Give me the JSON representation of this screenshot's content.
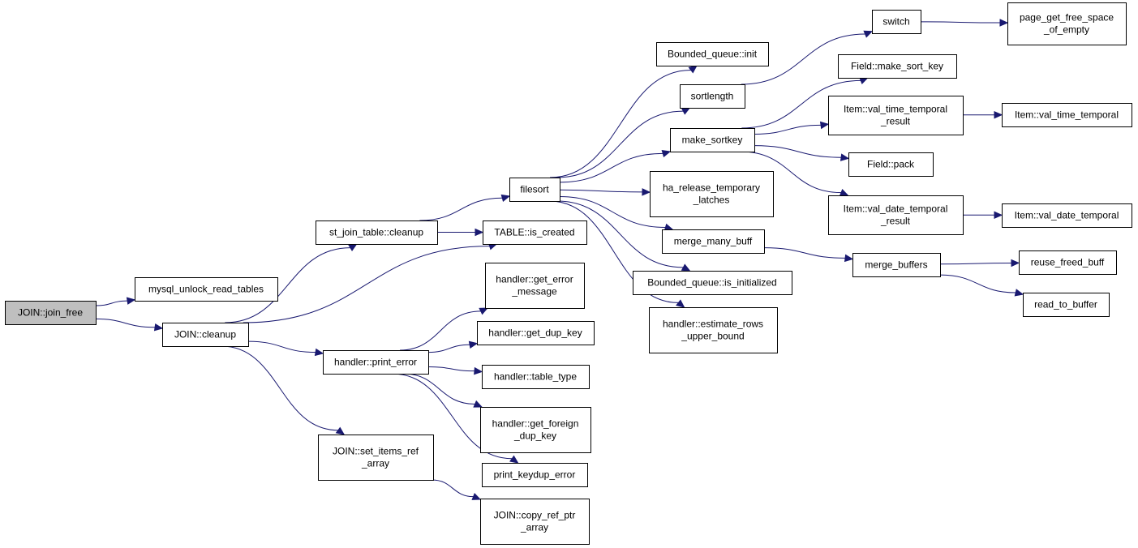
{
  "diagram": {
    "nodes": [
      {
        "id": "join_free",
        "label": "JOIN::join_free",
        "root": true
      },
      {
        "id": "mysql_unlock",
        "label": "mysql_unlock_read_tables"
      },
      {
        "id": "join_cleanup",
        "label": "JOIN::cleanup"
      },
      {
        "id": "st_join_cleanup",
        "label": "st_join_table::cleanup"
      },
      {
        "id": "set_items_ref",
        "label": "JOIN::set_items_ref\n_array"
      },
      {
        "id": "print_error",
        "label": "handler::print_error"
      },
      {
        "id": "filesort",
        "label": "filesort"
      },
      {
        "id": "is_created",
        "label": "TABLE::is_created"
      },
      {
        "id": "copy_ref_ptr",
        "label": "JOIN::copy_ref_ptr\n_array"
      },
      {
        "id": "get_error_msg",
        "label": "handler::get_error\n_message"
      },
      {
        "id": "get_dup_key",
        "label": "handler::get_dup_key"
      },
      {
        "id": "table_type",
        "label": "handler::table_type"
      },
      {
        "id": "get_foreign_dup",
        "label": "handler::get_foreign\n_dup_key"
      },
      {
        "id": "print_keydup",
        "label": "print_keydup_error"
      },
      {
        "id": "bq_init",
        "label": "Bounded_queue::init"
      },
      {
        "id": "sortlength",
        "label": "sortlength"
      },
      {
        "id": "make_sortkey",
        "label": "make_sortkey"
      },
      {
        "id": "ha_release",
        "label": "ha_release_temporary\n_latches"
      },
      {
        "id": "merge_many_buff",
        "label": "merge_many_buff"
      },
      {
        "id": "bq_is_init",
        "label": "Bounded_queue::is_initialized"
      },
      {
        "id": "est_rows",
        "label": "handler::estimate_rows\n_upper_bound"
      },
      {
        "id": "switch",
        "label": "switch"
      },
      {
        "id": "page_free",
        "label": "page_get_free_space\n_of_empty"
      },
      {
        "id": "field_make_sort_key",
        "label": "Field::make_sort_key"
      },
      {
        "id": "item_vtt_result",
        "label": "Item::val_time_temporal\n_result"
      },
      {
        "id": "item_vtt",
        "label": "Item::val_time_temporal"
      },
      {
        "id": "field_pack",
        "label": "Field::pack"
      },
      {
        "id": "item_vdt_result",
        "label": "Item::val_date_temporal\n_result"
      },
      {
        "id": "item_vdt",
        "label": "Item::val_date_temporal"
      },
      {
        "id": "merge_buffers",
        "label": "merge_buffers"
      },
      {
        "id": "reuse_freed",
        "label": "reuse_freed_buff"
      },
      {
        "id": "read_to_buffer",
        "label": "read_to_buffer"
      }
    ],
    "edges": [
      {
        "from": "join_free",
        "to": "mysql_unlock"
      },
      {
        "from": "join_free",
        "to": "join_cleanup"
      },
      {
        "from": "join_cleanup",
        "to": "st_join_cleanup"
      },
      {
        "from": "join_cleanup",
        "to": "is_created"
      },
      {
        "from": "join_cleanup",
        "to": "print_error"
      },
      {
        "from": "join_cleanup",
        "to": "set_items_ref"
      },
      {
        "from": "st_join_cleanup",
        "to": "filesort"
      },
      {
        "from": "st_join_cleanup",
        "to": "is_created"
      },
      {
        "from": "set_items_ref",
        "to": "copy_ref_ptr"
      },
      {
        "from": "print_error",
        "to": "get_error_msg"
      },
      {
        "from": "print_error",
        "to": "get_dup_key"
      },
      {
        "from": "print_error",
        "to": "table_type"
      },
      {
        "from": "print_error",
        "to": "get_foreign_dup"
      },
      {
        "from": "print_error",
        "to": "print_keydup"
      },
      {
        "from": "filesort",
        "to": "bq_init"
      },
      {
        "from": "filesort",
        "to": "sortlength"
      },
      {
        "from": "filesort",
        "to": "make_sortkey"
      },
      {
        "from": "filesort",
        "to": "ha_release"
      },
      {
        "from": "filesort",
        "to": "merge_many_buff"
      },
      {
        "from": "filesort",
        "to": "bq_is_init"
      },
      {
        "from": "filesort",
        "to": "est_rows"
      },
      {
        "from": "sortlength",
        "to": "switch"
      },
      {
        "from": "switch",
        "to": "page_free"
      },
      {
        "from": "make_sortkey",
        "to": "field_make_sort_key"
      },
      {
        "from": "make_sortkey",
        "to": "item_vtt_result"
      },
      {
        "from": "make_sortkey",
        "to": "field_pack"
      },
      {
        "from": "make_sortkey",
        "to": "item_vdt_result"
      },
      {
        "from": "item_vtt_result",
        "to": "item_vtt"
      },
      {
        "from": "item_vdt_result",
        "to": "item_vdt"
      },
      {
        "from": "merge_many_buff",
        "to": "merge_buffers"
      },
      {
        "from": "merge_buffers",
        "to": "reuse_freed"
      },
      {
        "from": "merge_buffers",
        "to": "read_to_buffer"
      }
    ]
  }
}
